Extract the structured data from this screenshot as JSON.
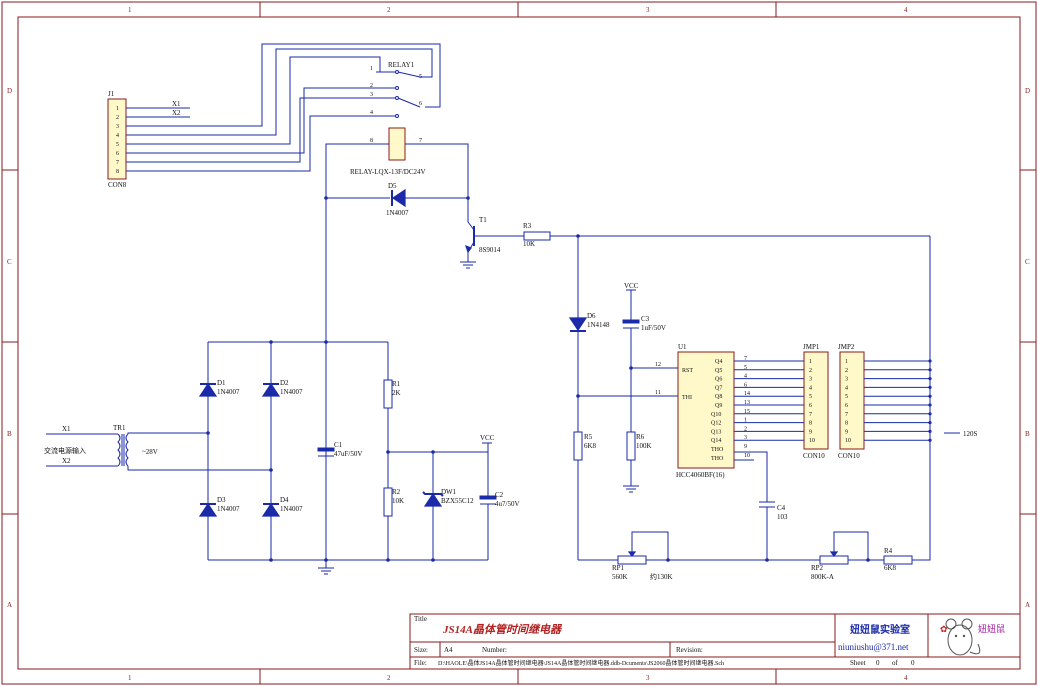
{
  "zones": {
    "columns": [
      "1",
      "2",
      "3",
      "4"
    ],
    "rows": [
      "D",
      "C",
      "B",
      "A"
    ]
  },
  "components": {
    "J1": {
      "ref": "J1",
      "value": "CON8",
      "pins": [
        "1",
        "2",
        "3",
        "4",
        "5",
        "6",
        "7",
        "8"
      ]
    },
    "RELAY1": {
      "ref": "RELAY1",
      "value": "RELAY-LQX-13F/DC24V",
      "pins": [
        "1",
        "2",
        "3",
        "4",
        "5",
        "6",
        "8",
        "7"
      ]
    },
    "D5": {
      "ref": "D5",
      "value": "1N4007"
    },
    "T1": {
      "ref": "T1",
      "value": "8S9014"
    },
    "R3": {
      "ref": "R3",
      "value": "10K"
    },
    "D6": {
      "ref": "D6",
      "value": "1N4148"
    },
    "C3": {
      "ref": "C3",
      "value": "1uF/50V"
    },
    "VCC1": {
      "ref": "VCC"
    },
    "VCC2": {
      "ref": "VCC"
    },
    "D1": {
      "ref": "D1",
      "value": "1N4007"
    },
    "D2": {
      "ref": "D2",
      "value": "1N4007"
    },
    "D3": {
      "ref": "D3",
      "value": "1N4007"
    },
    "D4": {
      "ref": "D4",
      "value": "1N4007"
    },
    "TR1": {
      "ref": "TR1",
      "secondary": "~28V"
    },
    "ac_input": {
      "x1": "X1",
      "x2": "X2",
      "label": "交流电源输入"
    },
    "J1_wires": {
      "x1": "X1",
      "x2": "X2"
    },
    "C1": {
      "ref": "C1",
      "value": "47uF/50V"
    },
    "R1": {
      "ref": "R1",
      "value": "2K"
    },
    "R2": {
      "ref": "R2",
      "value": "10K"
    },
    "DW1": {
      "ref": "DW1",
      "value": "BZX55C12"
    },
    "C2": {
      "ref": "C2",
      "value": "4u7/50V"
    },
    "R5": {
      "ref": "R5",
      "value": "6K8"
    },
    "R6": {
      "ref": "R6",
      "value": "100K"
    },
    "U1": {
      "ref": "U1",
      "value": "HCC4060BF(16)",
      "left_pins": [
        {
          "num": "12",
          "name": "RST"
        },
        {
          "num": "11",
          "name": "THI"
        }
      ],
      "right_pins": [
        {
          "num": "7",
          "name": "Q4"
        },
        {
          "num": "5",
          "name": "Q5"
        },
        {
          "num": "4",
          "name": "Q6"
        },
        {
          "num": "6",
          "name": "Q7"
        },
        {
          "num": "14",
          "name": "Q8"
        },
        {
          "num": "13",
          "name": "Q9"
        },
        {
          "num": "15",
          "name": "Q10"
        },
        {
          "num": "1",
          "name": "Q12"
        },
        {
          "num": "2",
          "name": "Q13"
        },
        {
          "num": "3",
          "name": "Q14"
        },
        {
          "num": "9",
          "name": "THO"
        },
        {
          "num": "10",
          "name": "THO"
        }
      ]
    },
    "JMP1": {
      "ref": "JMP1",
      "value": "CON10",
      "pins": [
        "1",
        "2",
        "3",
        "4",
        "5",
        "6",
        "7",
        "8",
        "9",
        "10"
      ]
    },
    "JMP2": {
      "ref": "JMP2",
      "value": "CON10",
      "pins": [
        "1",
        "2",
        "3",
        "4",
        "5",
        "6",
        "7",
        "8",
        "9",
        "10"
      ]
    },
    "C4": {
      "ref": "C4",
      "value": "103"
    },
    "RP1": {
      "ref": "RP1",
      "value": "560K",
      "note": "约130K"
    },
    "RP2": {
      "ref": "RP2",
      "value": "800K-A"
    },
    "R4": {
      "ref": "R4",
      "value": "6K8"
    },
    "out_label": "120S"
  },
  "title_block": {
    "title_label": "Title",
    "title": "JS14A晶体管时间继电器",
    "size_label": "Size:",
    "size": "A4",
    "number_label": "Number:",
    "revision_label": "Revision:",
    "file_label": "File:",
    "file": "D:\\HAOLE\\晶体JS14A晶体管时间继电器\\JS14A晶体管时间继电器.ddb-Dcuments\\JS2060晶体管时间继电器.Sch",
    "sheet_label": "Sheet",
    "sheet_num": "0",
    "of_label": "of",
    "sheet_total": "0",
    "lab_name": "妞妞鼠实验室",
    "email": "niuniushu@371.net",
    "logo_text": "妞妞鼠"
  }
}
